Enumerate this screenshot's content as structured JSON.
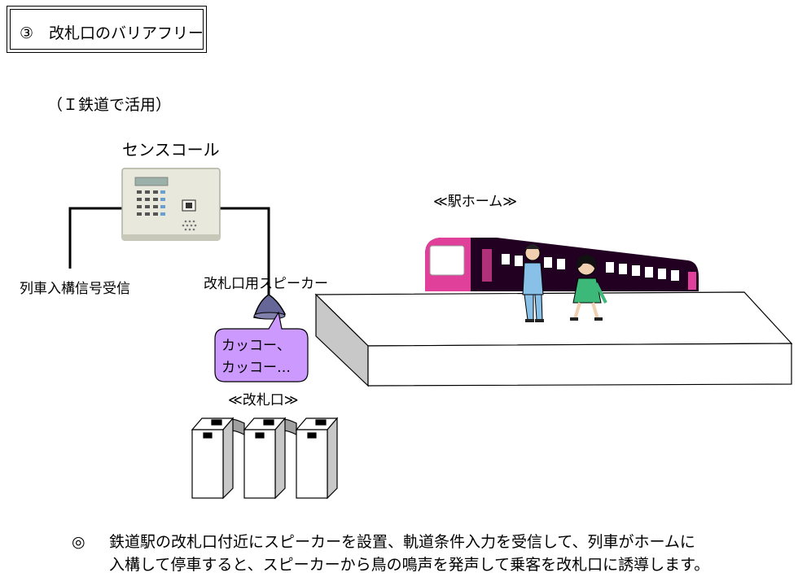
{
  "title": "③　改札口のバリアフリー",
  "subtitle": "（Ｉ鉄道で活用）",
  "labels": {
    "device": "センスコール",
    "signal": "列車入構信号受信",
    "speaker": "改札口用スピーカー",
    "platform": "≪駅ホーム≫",
    "gate": "≪改札口≫"
  },
  "bubble": {
    "line1": "カッコー、",
    "line2": "カッコー…"
  },
  "description": {
    "mark": "◎",
    "line1": "鉄道駅の改札口付近にスピーカーを設置、軌道条件入力を受信して、列車がホームに",
    "line2": "入構して停車すると、スピーカーから鳥の鳴声を発声して乗客を改札口に誘導します。"
  },
  "colors": {
    "bubble_fill": "#cc99ff",
    "speaker_fill": "#666699",
    "train_body": "#220022",
    "train_accent": "#e0409a",
    "platform_side": "#c8c8c8",
    "device_body": "#e8e8dc"
  }
}
